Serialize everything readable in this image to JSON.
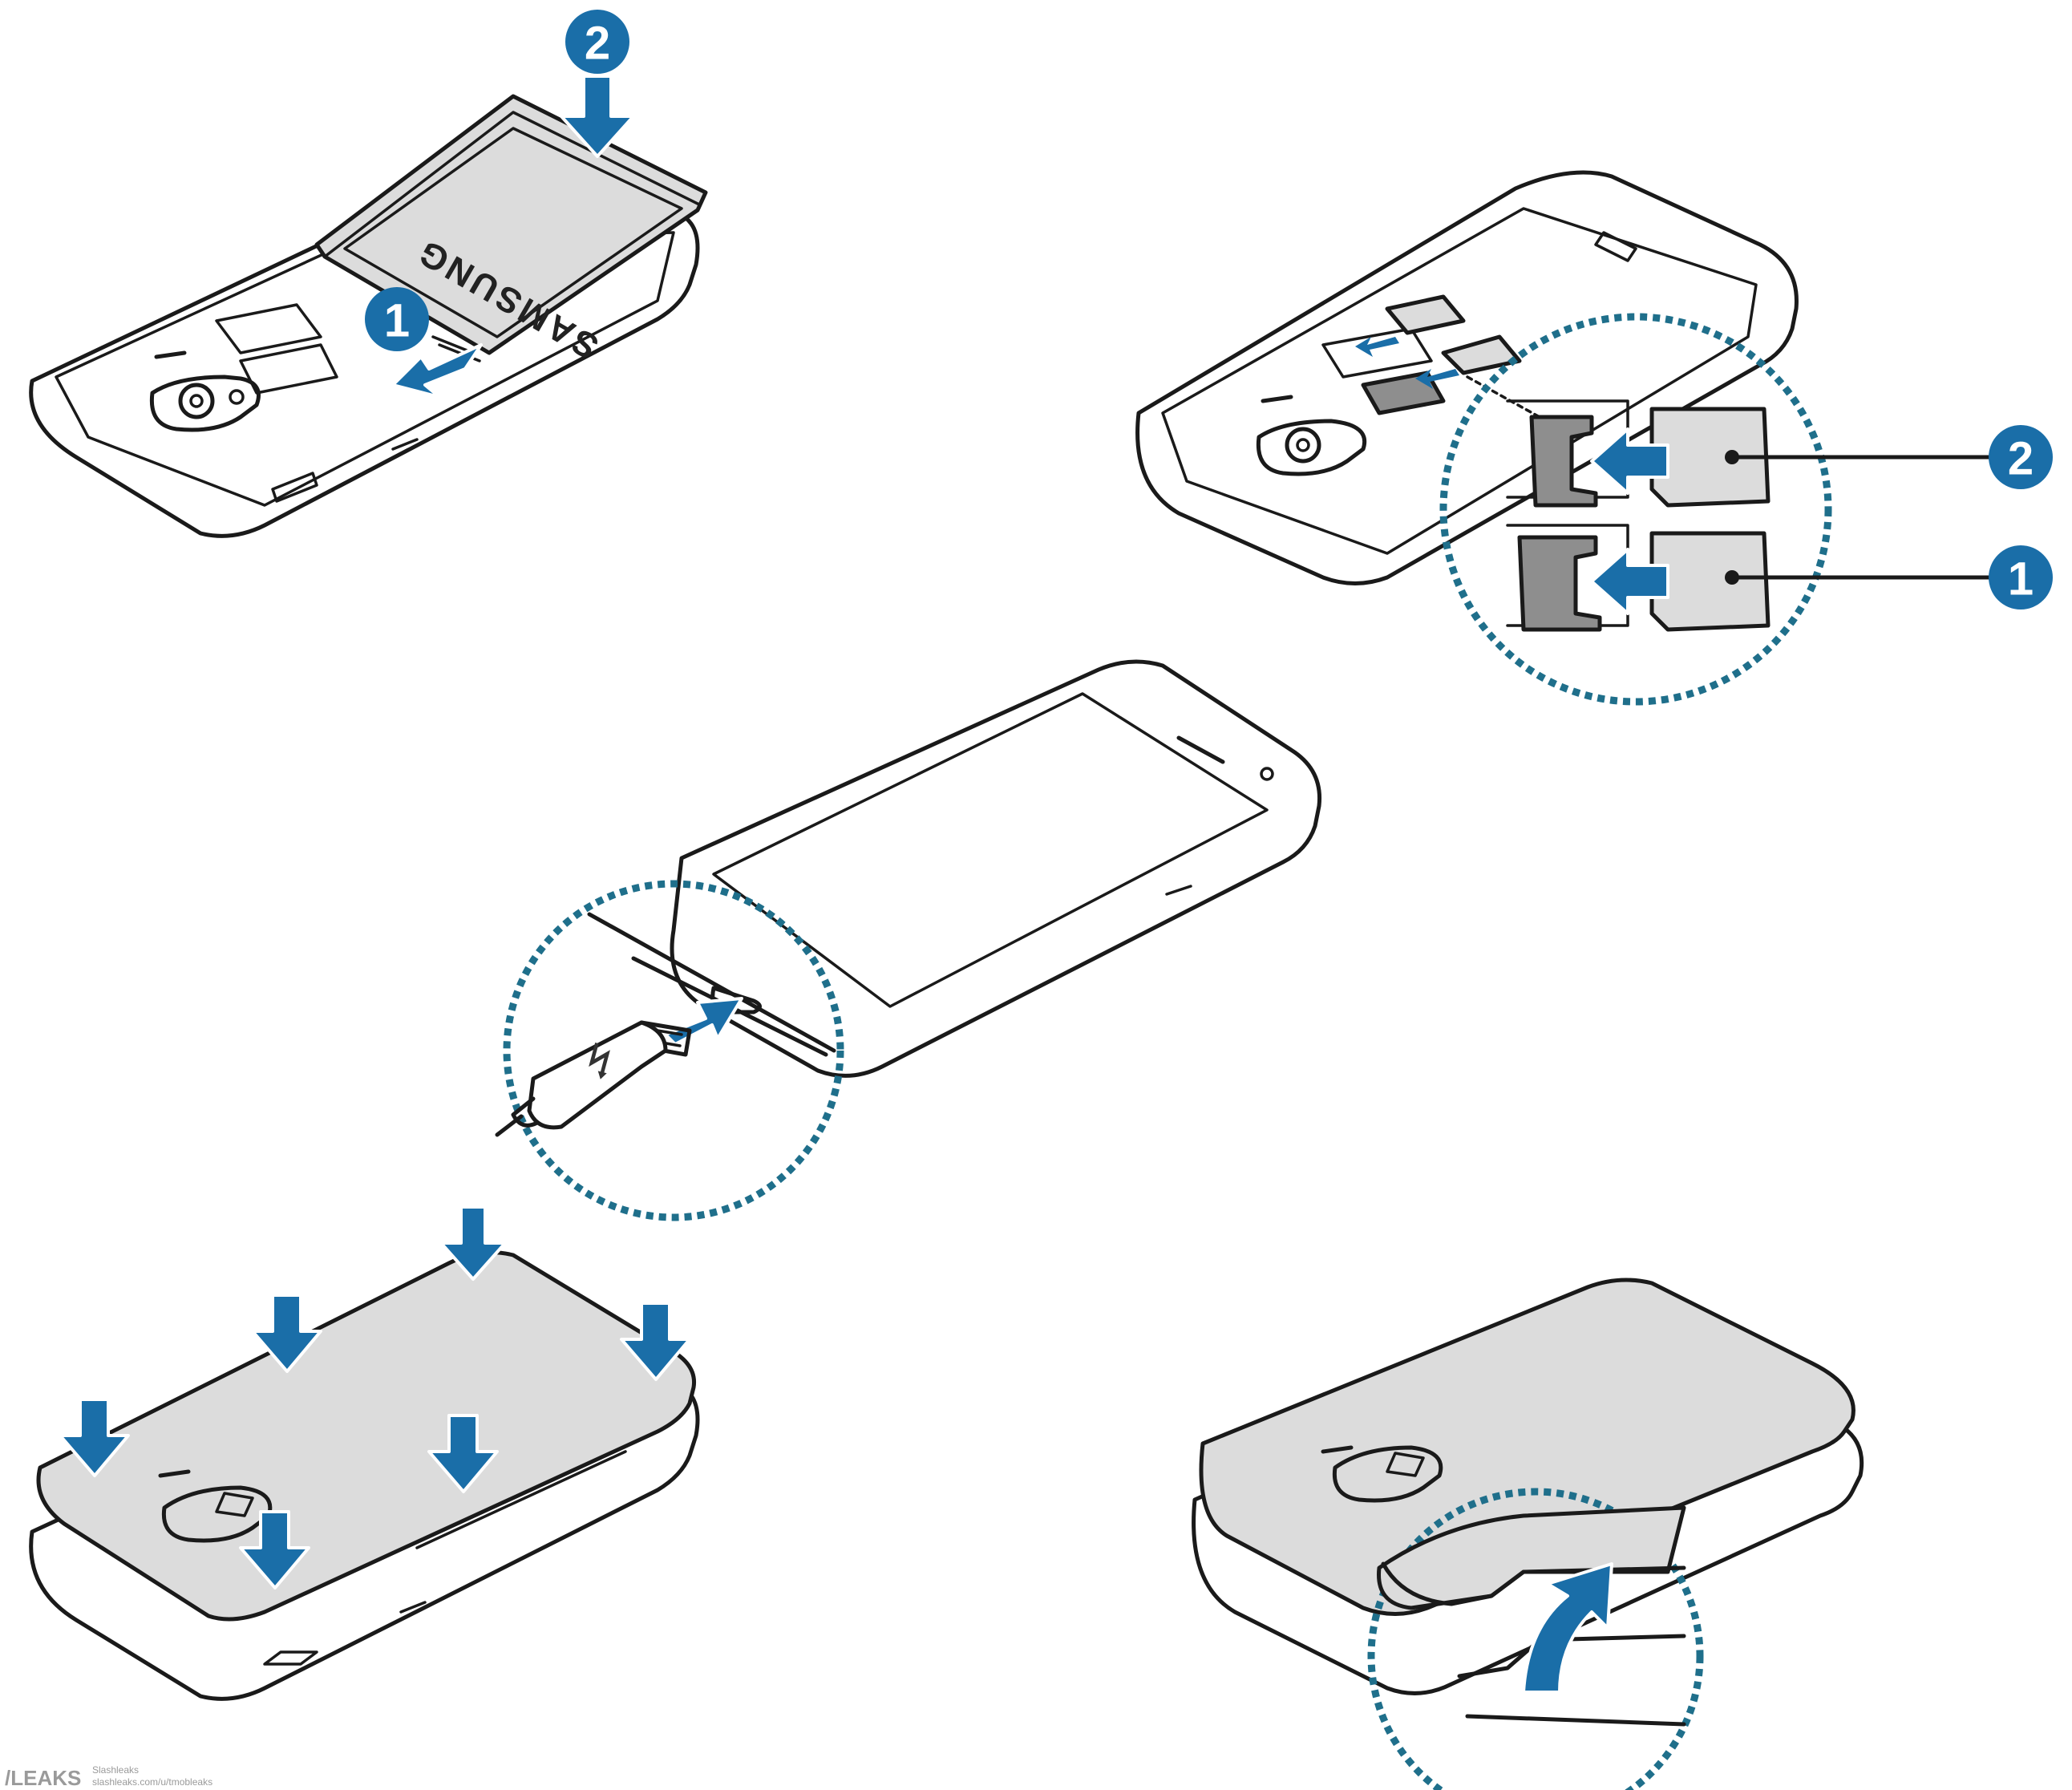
{
  "colors": {
    "accent_blue": "#1a6ea8",
    "dotted_teal": "#1f6f8b",
    "outline": "#1a1a1a",
    "battery_grey": "#dcdcdc",
    "cover_grey": "#d8d8d8",
    "tray_dark": "#8e8e8e"
  },
  "battery_panel": {
    "brand_text": "SAMSUNG",
    "badge_1": "1",
    "badge_2": "2"
  },
  "sim_panel": {
    "badge_1": "1",
    "badge_2": "2"
  },
  "charging_panel": {
    "usb_symbol": "⭍",
    "icons": [
      "usb-icon"
    ]
  },
  "watermark": {
    "brand": "/LEAKS",
    "line1": "Slashleaks",
    "line2": "slashleaks.com/u/tmobleaks"
  }
}
